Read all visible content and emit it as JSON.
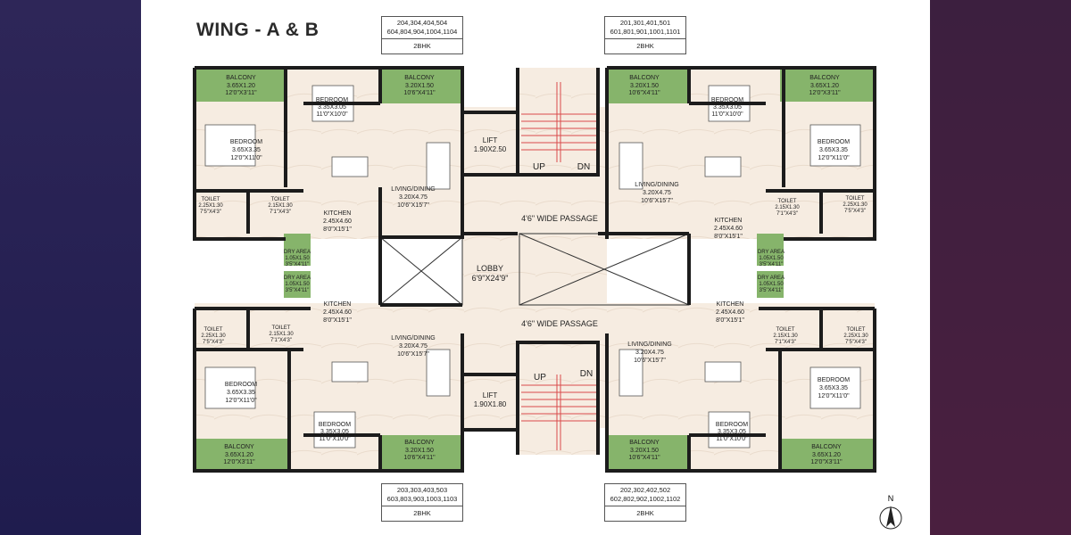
{
  "title": "WING - A & B",
  "units": [
    {
      "nums1": "204,304,404,504",
      "nums2": "604,804,904,1004,1104",
      "type": "2BHK"
    },
    {
      "nums1": "201,301,401,501",
      "nums2": "601,801,901,1001,1101",
      "type": "2BHK"
    },
    {
      "nums1": "203,303,403,503",
      "nums2": "603,803,903,1003,1103",
      "type": "2BHK"
    },
    {
      "nums1": "202,302,402,502",
      "nums2": "602,802,902,1002,1102",
      "type": "2BHK"
    }
  ],
  "rooms": {
    "balcony_big": {
      "name": "BALCONY",
      "dim": "3.65X1.20",
      "ft": "12'0\"X3'11\""
    },
    "balcony_small": {
      "name": "BALCONY",
      "dim": "3.20X1.50",
      "ft": "10'6\"X4'11\""
    },
    "bedroom_small": {
      "name": "BEDROOM",
      "dim": "3.35X3.05",
      "ft": "11'0\"X10'0\""
    },
    "bedroom_big": {
      "name": "BEDROOM",
      "dim": "3.65X3.35",
      "ft": "12'0\"X11'0\""
    },
    "living": {
      "name": "LIVING/DINING",
      "dim": "3.20X4.75",
      "ft": "10'6\"X15'7\""
    },
    "kitchen": {
      "name": "KITCHEN",
      "dim": "2.45X4.60",
      "ft": "8'0\"X15'1\""
    },
    "toilet_a": {
      "name": "TOILET",
      "dim": "2.25X1.30",
      "ft": "7'5\"X4'3\""
    },
    "toilet_b": {
      "name": "TOILET",
      "dim": "2.15X1.30",
      "ft": "7'1\"X4'3\""
    },
    "dry_area": {
      "name": "DRY AREA",
      "dim": "1.05X1.50",
      "ft": "3'5\"X4'11\""
    }
  },
  "core": {
    "lift_top": {
      "name": "LIFT",
      "dim": "1.90X2.50"
    },
    "lift_bottom": {
      "name": "LIFT",
      "dim": "1.90X1.80"
    },
    "lobby": {
      "name": "LOBBY",
      "dim": "6'9\"X24'9\""
    },
    "passage": "4'6\" WIDE PASSAGE",
    "up": "UP",
    "dn": "DN"
  },
  "compass": {
    "north": "N"
  },
  "colors": {
    "wall": "#1c1c1c",
    "floor": "#f5ece2",
    "green": "#86b46b",
    "stair": "#d94a4a",
    "left_bg": "#231f52",
    "right_bg": "#451f40"
  }
}
